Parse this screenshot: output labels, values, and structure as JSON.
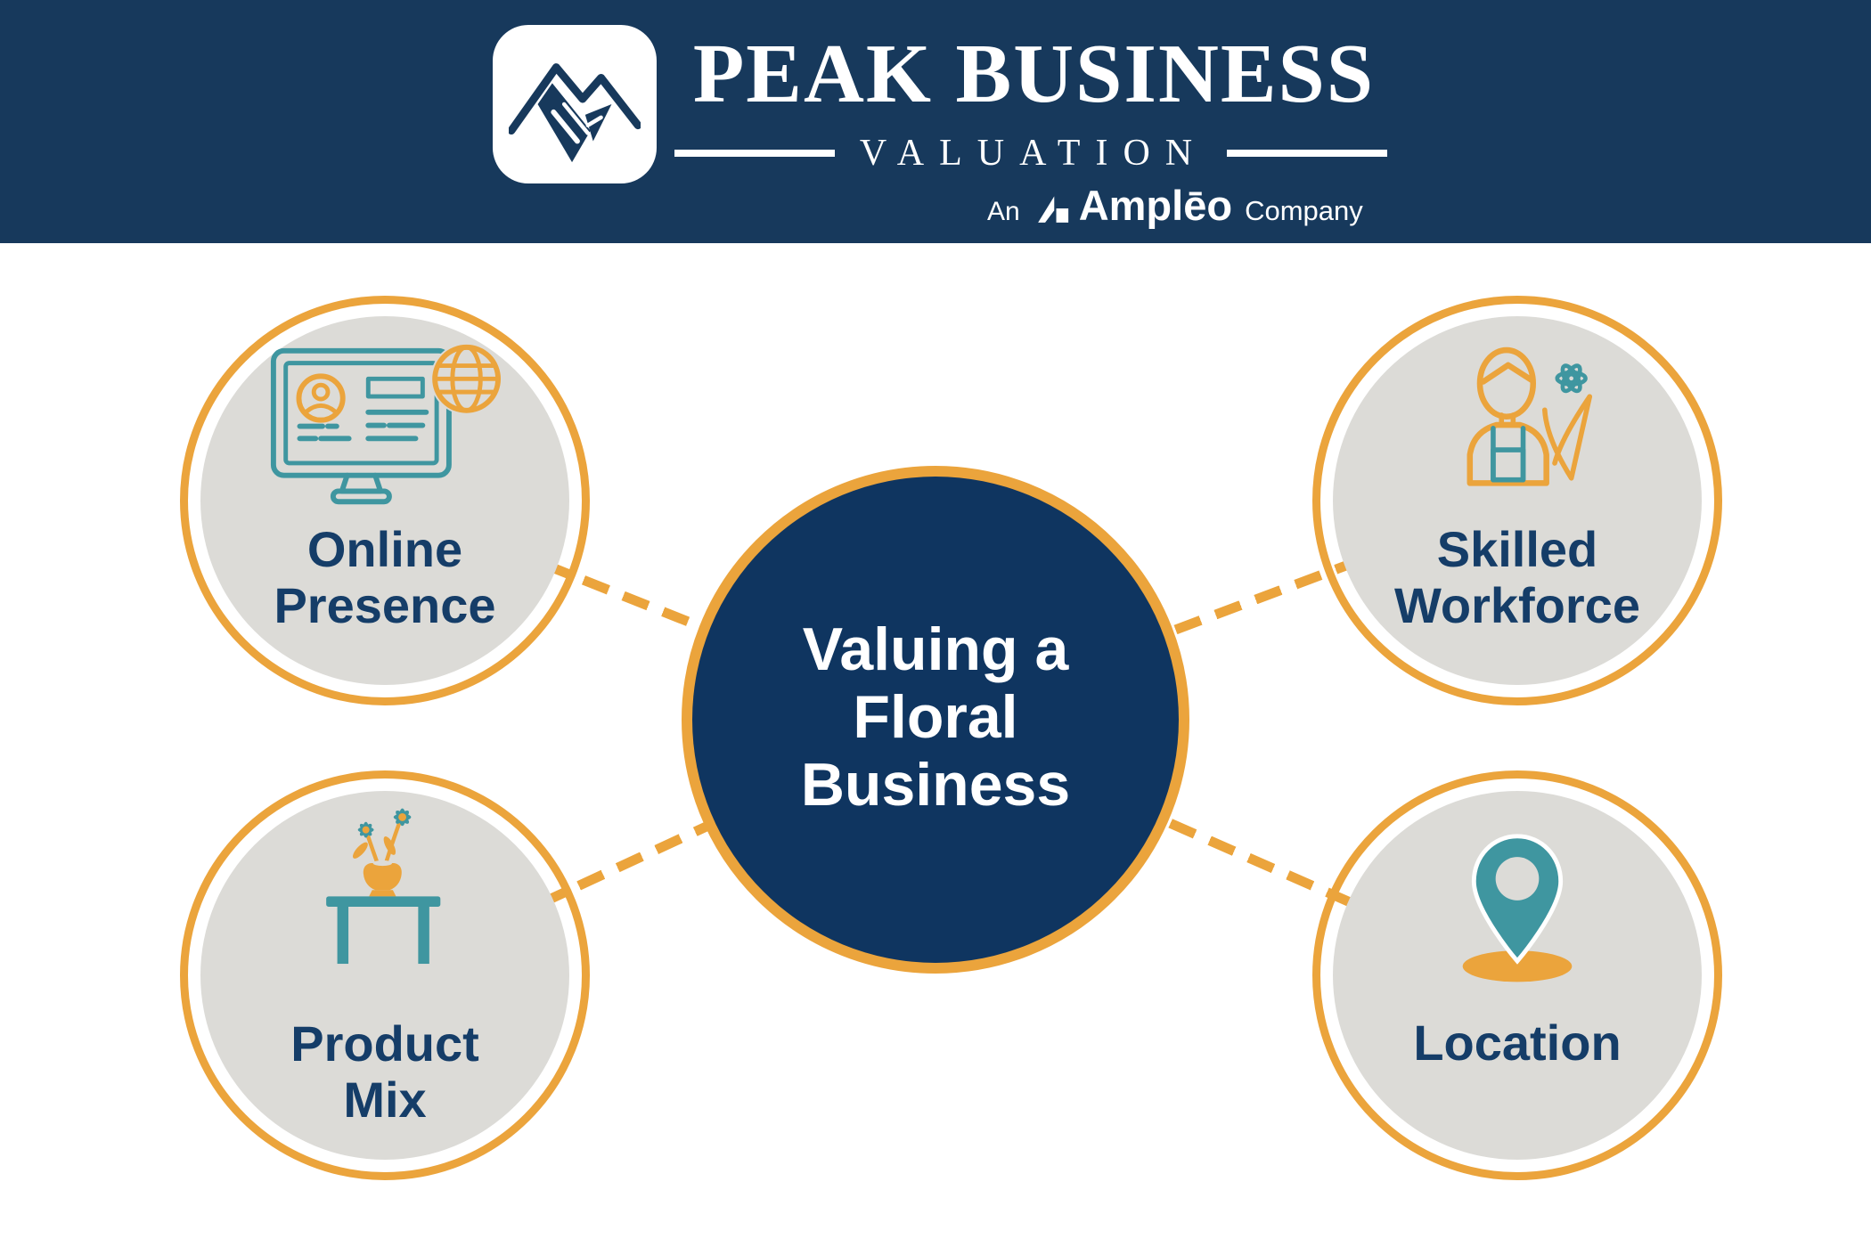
{
  "palette": {
    "navy": "#17395c",
    "navy_deep": "#0f3560",
    "orange": "#eba43c",
    "teal": "#3f96a0",
    "gray_circle": "#dcdbd7",
    "label_navy": "#153d68",
    "white": "#ffffff"
  },
  "header": {
    "brand_title": "PEAK BUSINESS",
    "brand_subtitle": "VALUATION",
    "tagline": {
      "prefix": "An",
      "brand": "Amplēo",
      "suffix": "Company"
    },
    "logo_icon": "mountain-logo-icon",
    "brand_mark_icon": "ampleo-mark-icon"
  },
  "center": {
    "title_lines": [
      "Valuing a",
      "Floral",
      "Business"
    ]
  },
  "nodes": [
    {
      "id": "online-presence",
      "label_lines": [
        "Online",
        "Presence"
      ],
      "icon": "monitor-globe-icon"
    },
    {
      "id": "skilled-workforce",
      "label_lines": [
        "Skilled",
        "Workforce"
      ],
      "icon": "florist-bouquet-icon"
    },
    {
      "id": "product-mix",
      "label_lines": [
        "Product",
        "Mix"
      ],
      "icon": "flower-vase-table-icon"
    },
    {
      "id": "location",
      "label_lines": [
        "Location"
      ],
      "icon": "map-pin-icon"
    }
  ]
}
